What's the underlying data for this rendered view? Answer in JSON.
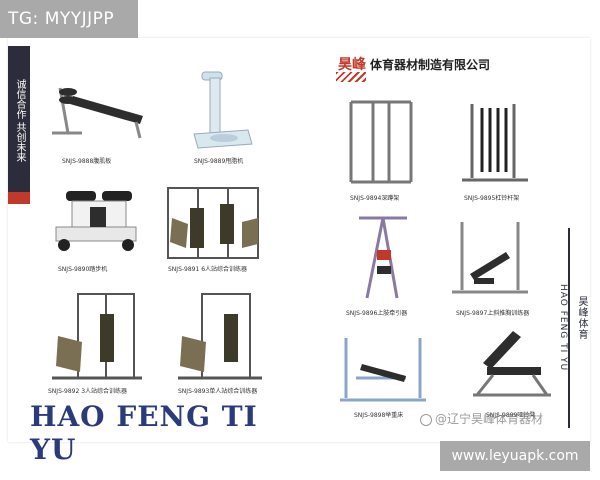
{
  "overlay": {
    "tg_label": "TG: MYYJJPP",
    "website": "www.leyuapk.com",
    "watermark": "@辽宁昊峰体育器材"
  },
  "brochure": {
    "company_brand": "昊峰",
    "company_rest": "体育器材制造有限公司",
    "left_tab": "诚信合作  共创未来",
    "right_tab_cn": "昊峰体育",
    "right_tab_en": "HAO FENG TI YU",
    "footer_title": "HAO FENG TI YU"
  },
  "products": [
    {
      "caption": "SNJS-9888腹肌板"
    },
    {
      "caption": "SNJS-9889甩脂机"
    },
    {
      "caption": "SNJS-9890踏步机"
    },
    {
      "caption": "SNJS-9891 6人站综合训练器"
    },
    {
      "caption": "SNJS-9892 3人站综合训练器"
    },
    {
      "caption": "SNJS-9893单人站综合训练器"
    },
    {
      "caption": "SNJS-9894深蹲架"
    },
    {
      "caption": "SNJS-9895杠铃杆架"
    },
    {
      "caption": "SNJS-9896上肢牵引器"
    },
    {
      "caption": "SNJS-9897上斜推胸训练器"
    },
    {
      "caption": "SNJS-9898举重床"
    },
    {
      "caption": "SNJS-9899哑铃凳"
    }
  ],
  "colors": {
    "dark_tab": "#2b2e3a",
    "brand_red": "#c0392b",
    "title_blue": "#2b3a7a",
    "overlay_gray": "#a9a9a9"
  }
}
